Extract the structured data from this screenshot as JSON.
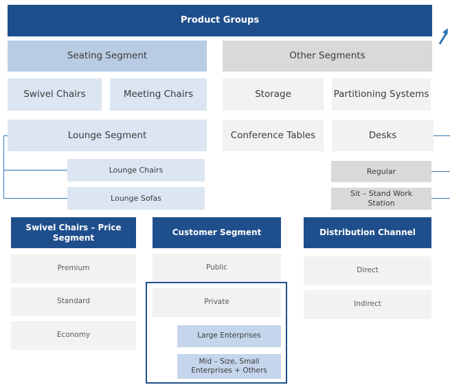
{
  "product_groups": {
    "title": "Product Groups",
    "seating_segment": "Seating Segment",
    "other_segments": "Other Segments",
    "swivel_chairs": "Swivel Chairs",
    "meeting_chairs": "Meeting Chairs",
    "storage": "Storage",
    "partitioning_systems": "Partitioning Systems",
    "lounge_segment": "Lounge Segment",
    "conference_tables": "Conference Tables",
    "desks": "Desks",
    "lounge_chairs": "Lounge Chairs",
    "lounge_sofas": "Lounge Sofas",
    "regular": "Regular",
    "sit_stand": "Sit – Stand Work Station"
  },
  "price_segment": {
    "title": "Swivel Chairs – Price Segment",
    "items": [
      "Premium",
      "Standard",
      "Economy"
    ]
  },
  "customer_segment": {
    "title": "Customer Segment",
    "public": "Public",
    "private": "Private",
    "large_enterprises": "Large Enterprises",
    "mid_small": "Mid – Size, Small Enterprises + Others"
  },
  "distribution_channel": {
    "title": "Distribution Channel",
    "items": [
      "Direct",
      "Indirect"
    ]
  },
  "colors": {
    "navy": "#1f4e8c",
    "segment_blue": "#b8cce4",
    "pale_blue": "#dce6f2",
    "segment_grey": "#d9d9d9",
    "pale_grey": "#f2f2f2",
    "connector": "#2e75b6"
  },
  "icons": {
    "arrow": "arrow-icon"
  }
}
